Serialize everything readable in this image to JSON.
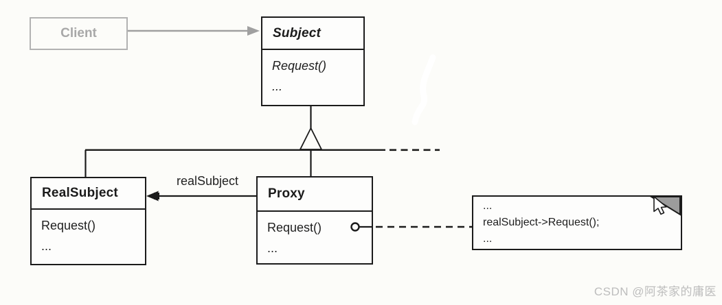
{
  "diagram": {
    "client": {
      "name": "Client"
    },
    "subject": {
      "name": "Subject",
      "method": "Request()",
      "ellipsis": "..."
    },
    "real_subject": {
      "name": "RealSubject",
      "method": "Request()",
      "ellipsis": "..."
    },
    "proxy": {
      "name": "Proxy",
      "method": "Request()",
      "ellipsis": "..."
    },
    "association_label": "realSubject",
    "note": {
      "line1": "...",
      "line2": "realSubject->Request();",
      "line3": "..."
    }
  },
  "watermark": "CSDN @阿茶家的庸医",
  "colors": {
    "line": "#1b1b1b",
    "client_gray": "#a8a8a8",
    "arrow_gray": "#a0a0a0",
    "note_fold_gray": "#9c9c9c",
    "watermark_gray": "#bdbdbd",
    "background": "#fcfcf9"
  }
}
